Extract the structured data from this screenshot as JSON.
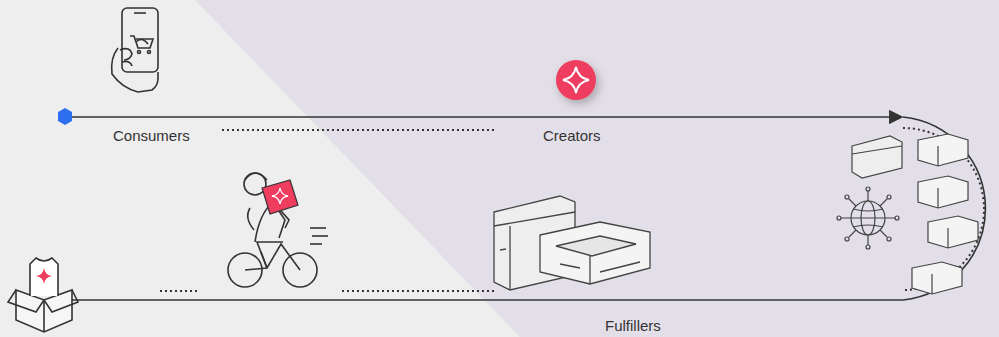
{
  "diagram": {
    "labels": [
      "Consumers",
      "Creators",
      "Fulfillers"
    ]
  }
}
